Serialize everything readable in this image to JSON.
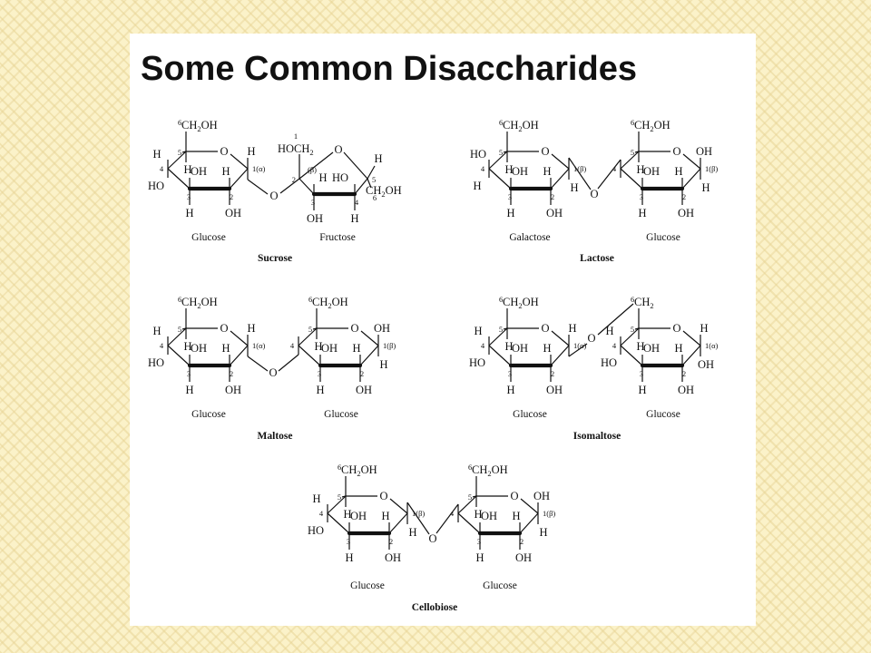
{
  "title": "Some Common Disaccharides",
  "atoms": {
    "H": "H",
    "O": "O",
    "OH": "OH",
    "HO": "HO",
    "ch2oh": "CH",
    "ch2": "CH",
    "two": "2",
    "oh_tail": "OH",
    "hoch": "HOCH"
  },
  "numbers": {
    "n1": "1",
    "n2": "2",
    "n3": "3",
    "n4": "4",
    "n5": "5",
    "n6": "6"
  },
  "anomers": {
    "alpha": "1(α)",
    "beta": "1(β)",
    "beta_fru": "(β)"
  },
  "molecules": [
    {
      "name": "Sucrose",
      "units": [
        "Glucose",
        "Fructose"
      ]
    },
    {
      "name": "Lactose",
      "units": [
        "Galactose",
        "Glucose"
      ]
    },
    {
      "name": "Maltose",
      "units": [
        "Glucose",
        "Glucose"
      ]
    },
    {
      "name": "Isomaltose",
      "units": [
        "Glucose",
        "Glucose"
      ]
    },
    {
      "name": "Cellobiose",
      "units": [
        "Glucose",
        "Glucose"
      ]
    }
  ]
}
